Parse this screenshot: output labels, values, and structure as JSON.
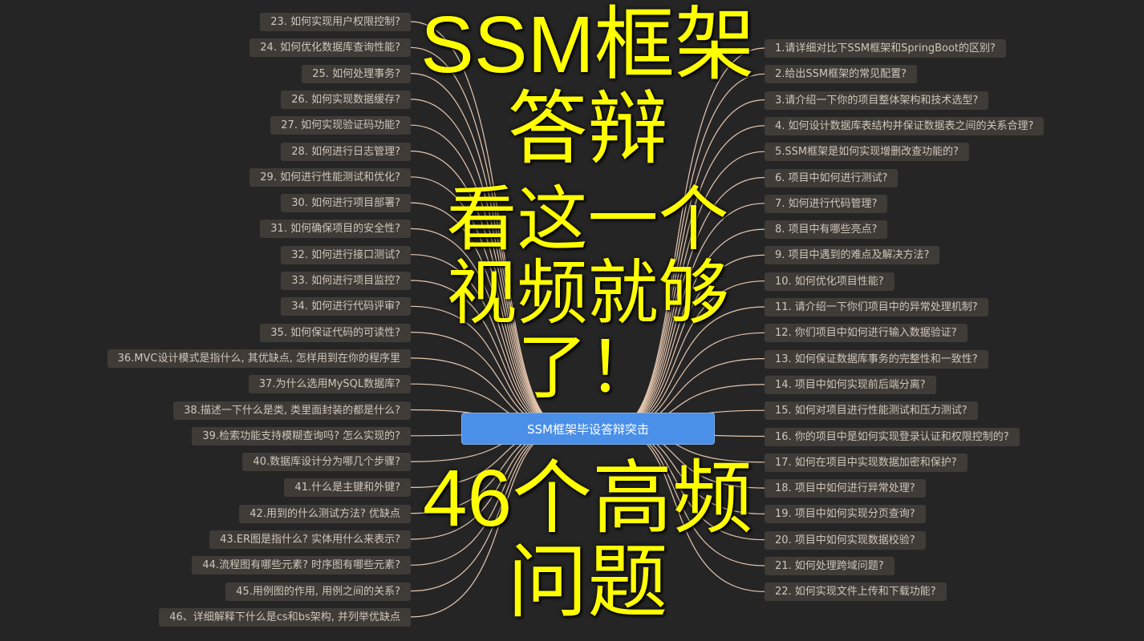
{
  "root": {
    "label": "SSM框架毕设答辩突击",
    "color": "#4a8fe8"
  },
  "link_color": "#e6c7ae",
  "overlay": {
    "line1": "SSM框架答辩",
    "line2": "看这一个视频就够了！",
    "line3": "46个高频问题",
    "color": "#ffff00"
  },
  "right_items": [
    "1.请详细对比下SSM框架和SpringBoot的区别?",
    "2.给出SSM框架的常见配置?",
    "3.请介绍一下你的项目整体架构和技术选型?",
    "4. 如何设计数据库表结构并保证数据表之间的关系合理?",
    "5.SSM框架是如何实现增删改查功能的?",
    "6. 项目中如何进行测试?",
    "7. 如何进行代码管理?",
    "8. 项目中有哪些亮点?",
    "9. 项目中遇到的难点及解决方法?",
    "10. 如何优化项目性能?",
    "11. 请介绍一下你们项目中的异常处理机制?",
    "12. 你们项目中如何进行输入数据验证?",
    "13. 如何保证数据库事务的完整性和一致性?",
    "14. 项目中如何实现前后端分离?",
    "15. 如何对项目进行性能测试和压力测试?",
    "16. 你的项目中是如何实现登录认证和权限控制的?",
    "17. 如何在项目中实现数据加密和保护?",
    "18. 项目中如何进行异常处理?",
    "19. 项目中如何实现分页查询?",
    "20. 项目中如何实现数据校验?",
    "21. 如何处理跨域问题?",
    "22. 如何实现文件上传和下载功能?"
  ],
  "left_items": [
    "23. 如何实现用户权限控制?",
    "24. 如何优化数据库查询性能?",
    "25. 如何处理事务?",
    "26. 如何实现数据缓存?",
    "27. 如何实现验证码功能?",
    "28. 如何进行日志管理?",
    "29. 如何进行性能测试和优化?",
    "30. 如何进行项目部署?",
    "31. 如何确保项目的安全性?",
    "32. 如何进行接口测试?",
    "33. 如何进行项目监控?",
    "34. 如何进行代码评审?",
    "35. 如何保证代码的可读性?",
    "36.MVC设计模式是指什么, 其优缺点, 怎样用到在你的程序里",
    "37.为什么选用MySQL数据库?",
    "38.描述一下什么是类, 类里面封装的都是什么?",
    "39.检索功能支持模糊查询吗? 怎么实现的?",
    "40.数据库设计分为哪几个步骤?",
    "41.什么是主键和外键?",
    "42.用到的什么测试方法? 优缺点",
    "43.ER图是指什么? 实体用什么来表示?",
    "44.流程图有哪些元素? 时序图有哪些元素?",
    "45.用例图的作用, 用例之间的关系?",
    "46、详细解释下什么是cs和bs架构, 并列举优缺点"
  ]
}
